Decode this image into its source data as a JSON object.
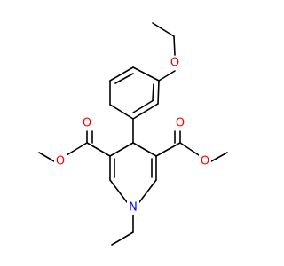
{
  "molecule": {
    "atoms": {
      "o_ether": "O",
      "o_left_carbonyl": "O",
      "o_left_ester": "O",
      "o_right_carbonyl": "O",
      "o_right_ester": "O",
      "n_ring": "N"
    }
  },
  "colors": {
    "bond": "#000000",
    "oxygen": "#ff0000",
    "nitrogen": "#0000ff"
  }
}
